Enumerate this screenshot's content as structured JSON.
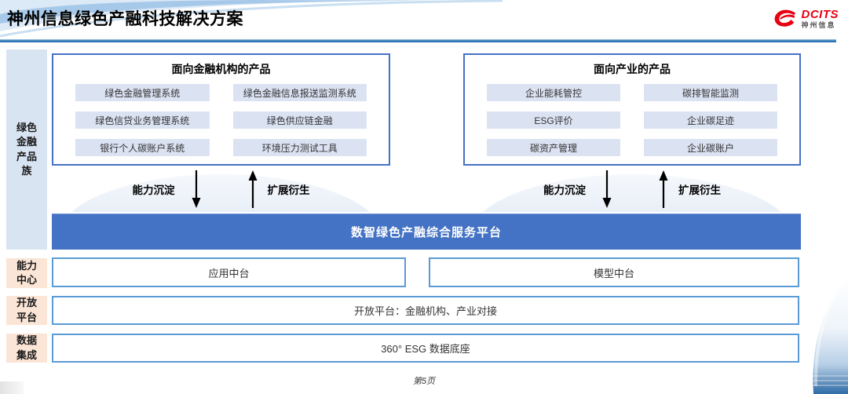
{
  "header": {
    "title": "神州信息绿色产融科技解决方案",
    "logo": {
      "brand": "DCITS",
      "brand_cn": "神州信息"
    }
  },
  "sidebar": {
    "product_family_label": "绿色金融产品族",
    "capability_center_label": "能力中心",
    "open_platform_label": "开放平台",
    "data_integration_label": "数据集成"
  },
  "product_groups": [
    {
      "title": "面向金融机构的产品",
      "items": [
        "绿色金融管理系统",
        "绿色金融信息报送监测系统",
        "绿色信贷业务管理系统",
        "绿色供应链金融",
        "银行个人碳账户系统",
        "环境压力测试工具"
      ]
    },
    {
      "title": "面向产业的产品",
      "items": [
        "企业能耗管控",
        "碳排智能监测",
        "ESG评价",
        "企业碳足迹",
        "碳资产管理",
        "企业碳账户"
      ]
    }
  ],
  "flows": {
    "down_label": "能力沉淀",
    "up_label": "扩展衍生"
  },
  "platform": {
    "title": "数智绿色产融综合服务平台"
  },
  "capability_center": {
    "items": [
      "应用中台",
      "模型中台"
    ]
  },
  "open_platform": {
    "text": "开放平台：金融机构、产业对接"
  },
  "data_integration": {
    "text": "360° ESG 数据底座"
  },
  "footer": {
    "page_number": "第5页"
  },
  "colors": {
    "platform_bar": "#4472c4",
    "pill_fill": "#dbe3f3",
    "sidebar_blue": "#d9e4f2",
    "sidebar_peach": "#fbe5d6",
    "box_border_dark": "#4472c4",
    "box_border_light": "#5b9bd5",
    "header_line": "#2e75b6",
    "logo_red": "#e60012"
  }
}
